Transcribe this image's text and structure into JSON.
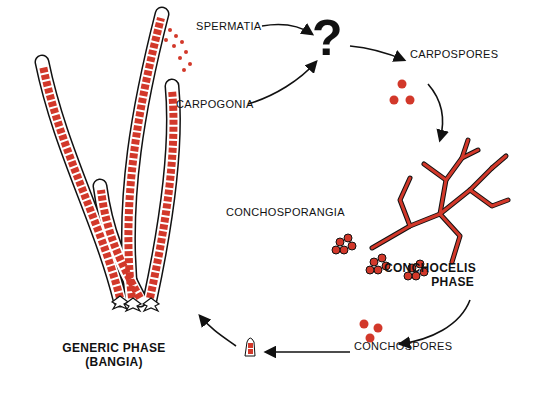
{
  "diagram": {
    "labels": [
      "SPERMATIA",
      "CARPOGONIA",
      "?",
      "CARPOSPORES",
      "CONCHOSPORANGIA",
      "CONCHOCELIS PHASE",
      "CONCHOSPORES",
      "GENERIC PHASE (BANGIA)"
    ]
  }
}
